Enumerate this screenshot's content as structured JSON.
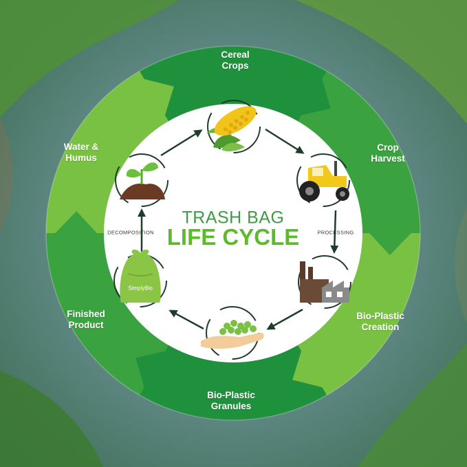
{
  "diagram": {
    "title_line1": "TRASH BAG",
    "title_line2": "LIFE CYCLE",
    "stages": [
      {
        "label": "Cereal\nCrops"
      },
      {
        "label": "Crop\nHarvest"
      },
      {
        "label": "Bio-Plastic\nCreation"
      },
      {
        "label": "Bio-Plastic\nGranules"
      },
      {
        "label": "Finished\nProduct"
      },
      {
        "label": "Water &\nHumus"
      }
    ],
    "connector_labels": {
      "processing": "PROCESSING",
      "decomposition": "DECOMPOSITION"
    },
    "bag_logo": "SimplyBio",
    "icons": [
      "corn-icon",
      "tractor-icon",
      "factory-icon",
      "granules-hand-icon",
      "trash-bag-icon",
      "sprout-soil-icon"
    ],
    "colors": {
      "green_dark": "#1f913c",
      "green_mid": "#3aa23f",
      "green_light": "#79c142",
      "title_green": "#3e9b44",
      "title_lime": "#5cbb2a",
      "arrow": "#1f3b2c"
    }
  }
}
